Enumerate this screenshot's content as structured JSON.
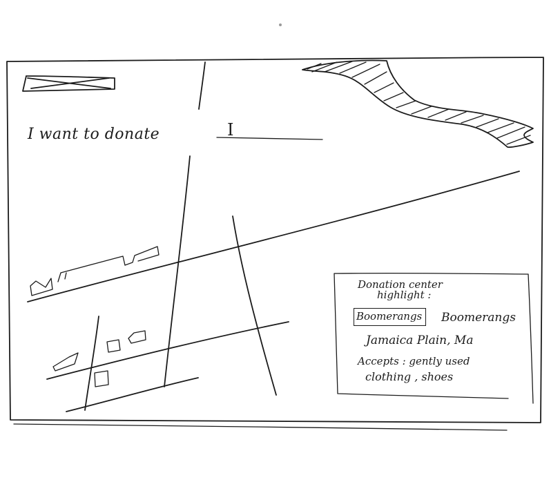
{
  "search": {
    "prompt": "I want to donate",
    "cursor": "I"
  },
  "highlight_panel": {
    "title": "Donation center",
    "subtitle": "highlight :",
    "badge_text": "Boomerangs",
    "center_name": "Boomerangs",
    "location": "Jamaica Plain, Ma",
    "accepts_line1": "Accepts : gently used",
    "accepts_line2": "clothing , shoes"
  },
  "icons": {
    "logo": "crossed-box-logo",
    "water": "hatched-water-area"
  },
  "colors": {
    "ink": "#1b1b1b",
    "paper": "#ffffff"
  }
}
